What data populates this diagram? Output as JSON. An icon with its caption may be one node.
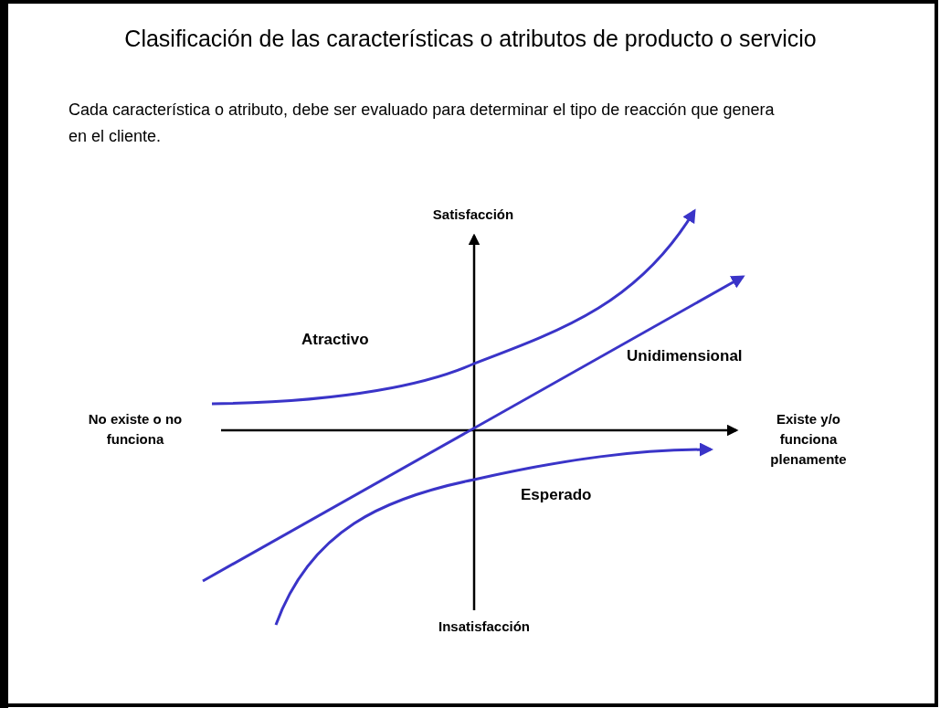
{
  "diagram": {
    "title": "Clasificación de las características o atributos de producto o servicio",
    "labels": [
      "Cada característica o atributo, debe ser evaluado para determinar el tipo de reacción que genera en el cliente.",
      "Satisfacción",
      "Atractivo",
      "Unidimensional",
      "No existe o no funciona",
      "Existe y/o funciona plenamente",
      "Esperado",
      "Insatisfacción"
    ]
  }
}
